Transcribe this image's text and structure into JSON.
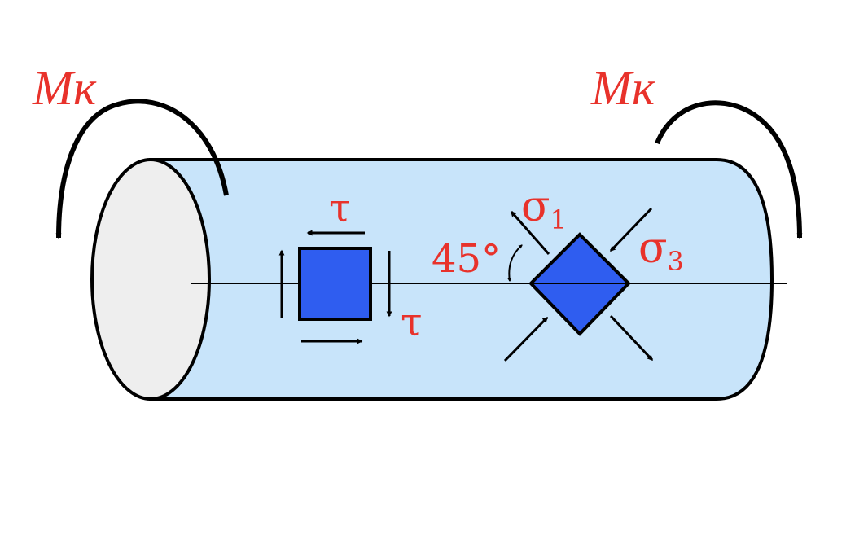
{
  "labels": {
    "moment_left": "Mк",
    "moment_right": "Mк",
    "tau_top": "τ",
    "tau_right": "τ",
    "angle": "45°",
    "sigma1_symbol": "σ",
    "sigma1_sub": "1",
    "sigma3_symbol": "σ",
    "sigma3_sub": "3"
  },
  "colors": {
    "cylinder_fill": "#c8e4fa",
    "end_face_fill": "#eeeeee",
    "element_fill": "#2f5df0",
    "label_red": "#e8322b",
    "stroke": "#000000"
  }
}
